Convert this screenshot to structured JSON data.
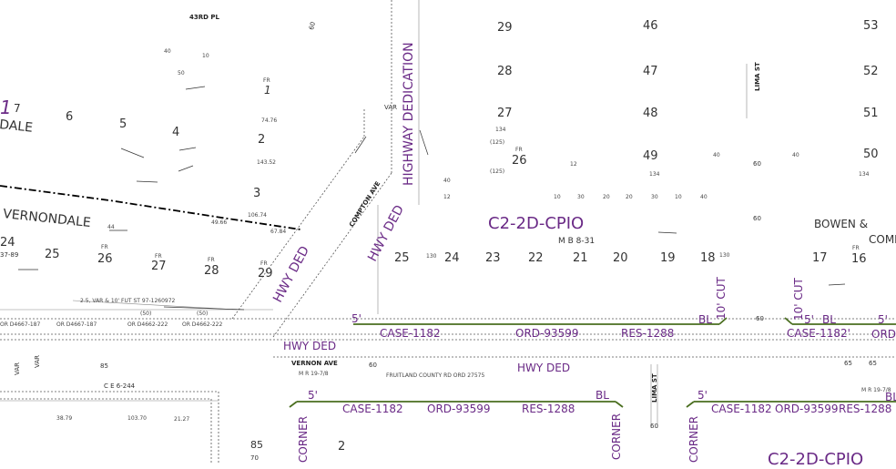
{
  "map": {
    "zone_labels": [
      "C2-2D-CPIO",
      "C2-2D-CPIO"
    ],
    "tract_ref": "M B 8-31",
    "streets": {
      "street_43rd": "43RD PL",
      "lima_st": "LIMA ST",
      "compton_ave": "COMPTON AVE",
      "vernon_ave": "VERNON AVE",
      "vernondale": "VERNONDALE",
      "vernondale_partial": "DALE",
      "bowen": "BOWEN &",
      "bowen_comp": "COMP"
    },
    "case_labels": {
      "case": "CASE-1182",
      "case_b": "CASE-1182'",
      "ord": "ORD-93599",
      "ord_partial": "ORD-",
      "res": "RES-1288"
    },
    "dedications": {
      "hwy_ded": "HWY DED",
      "highway_dedication": "HIGHWAY DEDICATION",
      "corner": "CORNER",
      "cut": "10' CUT",
      "cut_b": "10' CUT",
      "bl": "BL",
      "five": "5'",
      "hwy_ded_lower": "HWY DED"
    },
    "lots_upper": [
      "29",
      "46",
      "53",
      "28",
      "47",
      "52",
      "27",
      "48",
      "51",
      "26",
      "49",
      "50"
    ],
    "lots_left": [
      "1",
      "7",
      "6",
      "5",
      "4",
      "2",
      "1",
      "3",
      "24",
      "25",
      "26",
      "27",
      "28",
      "29"
    ],
    "lots_row": [
      "25",
      "24",
      "23",
      "22",
      "21",
      "20",
      "19",
      "18",
      "17",
      "16"
    ],
    "lots_bottom": [
      "85",
      "2"
    ],
    "notes": {
      "ce": "C E 6-244",
      "fruitland": "FRUITLAND COUNTY RD ORD 27575",
      "mr_1978": "M R 19-7/8",
      "mr_1978b": "M R 19-7/8",
      "var": "VAR",
      "var2": "VAR",
      "var3": "VAR",
      "fr": "FR",
      "or_a": "OR D4667-187",
      "or_b": "OR D4662-222",
      "or_c": "OR D4662-222",
      "fifty": "(50)",
      "fifty2": "(50)",
      "fut_st": "2.5, VAR & 10' FUT ST  97-1260972",
      "dims_43": "43RD",
      "d10": "10",
      "d30": "30",
      "d20": "20",
      "d40": "40",
      "d50": "50",
      "d60": "60",
      "d70": "70",
      "d85": "85",
      "d130": "130",
      "d134": "134",
      "d125": "(125)",
      "d12": "12",
      "d65": "65",
      "d103": "103.70",
      "d21": "21.27",
      "d3879": "38.79",
      "d1376": "37-89",
      "d7476": "74.76",
      "d14352": "143.52",
      "d10674": "106.74",
      "d6784": "67.84",
      "d4966": "49.66",
      "d44": "44"
    }
  },
  "colors": {
    "zone_purple": "#6a2a86",
    "line_green": "#4a6e1f",
    "line_dark": "#000000",
    "line_gray": "#666666"
  }
}
